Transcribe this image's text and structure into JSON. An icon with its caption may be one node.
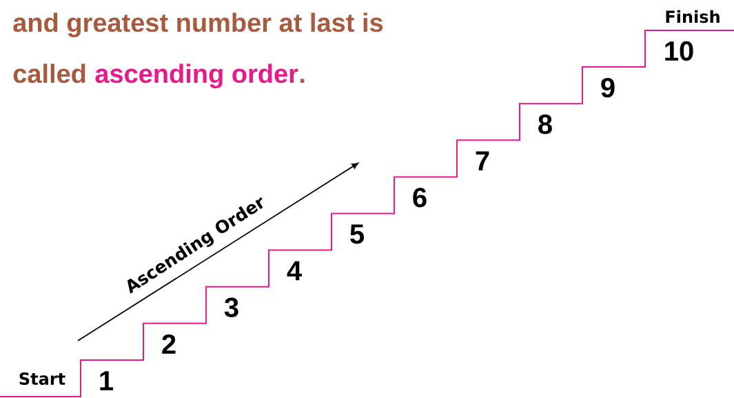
{
  "diagram": {
    "labels": [
      "and greatest number at last is",
      "called",
      "ascending order",
      ".",
      "Finish",
      "10",
      "9",
      "8",
      "7",
      "6",
      "5",
      "4",
      "3",
      "2",
      "1",
      "Ascending Order",
      "Start"
    ]
  }
}
